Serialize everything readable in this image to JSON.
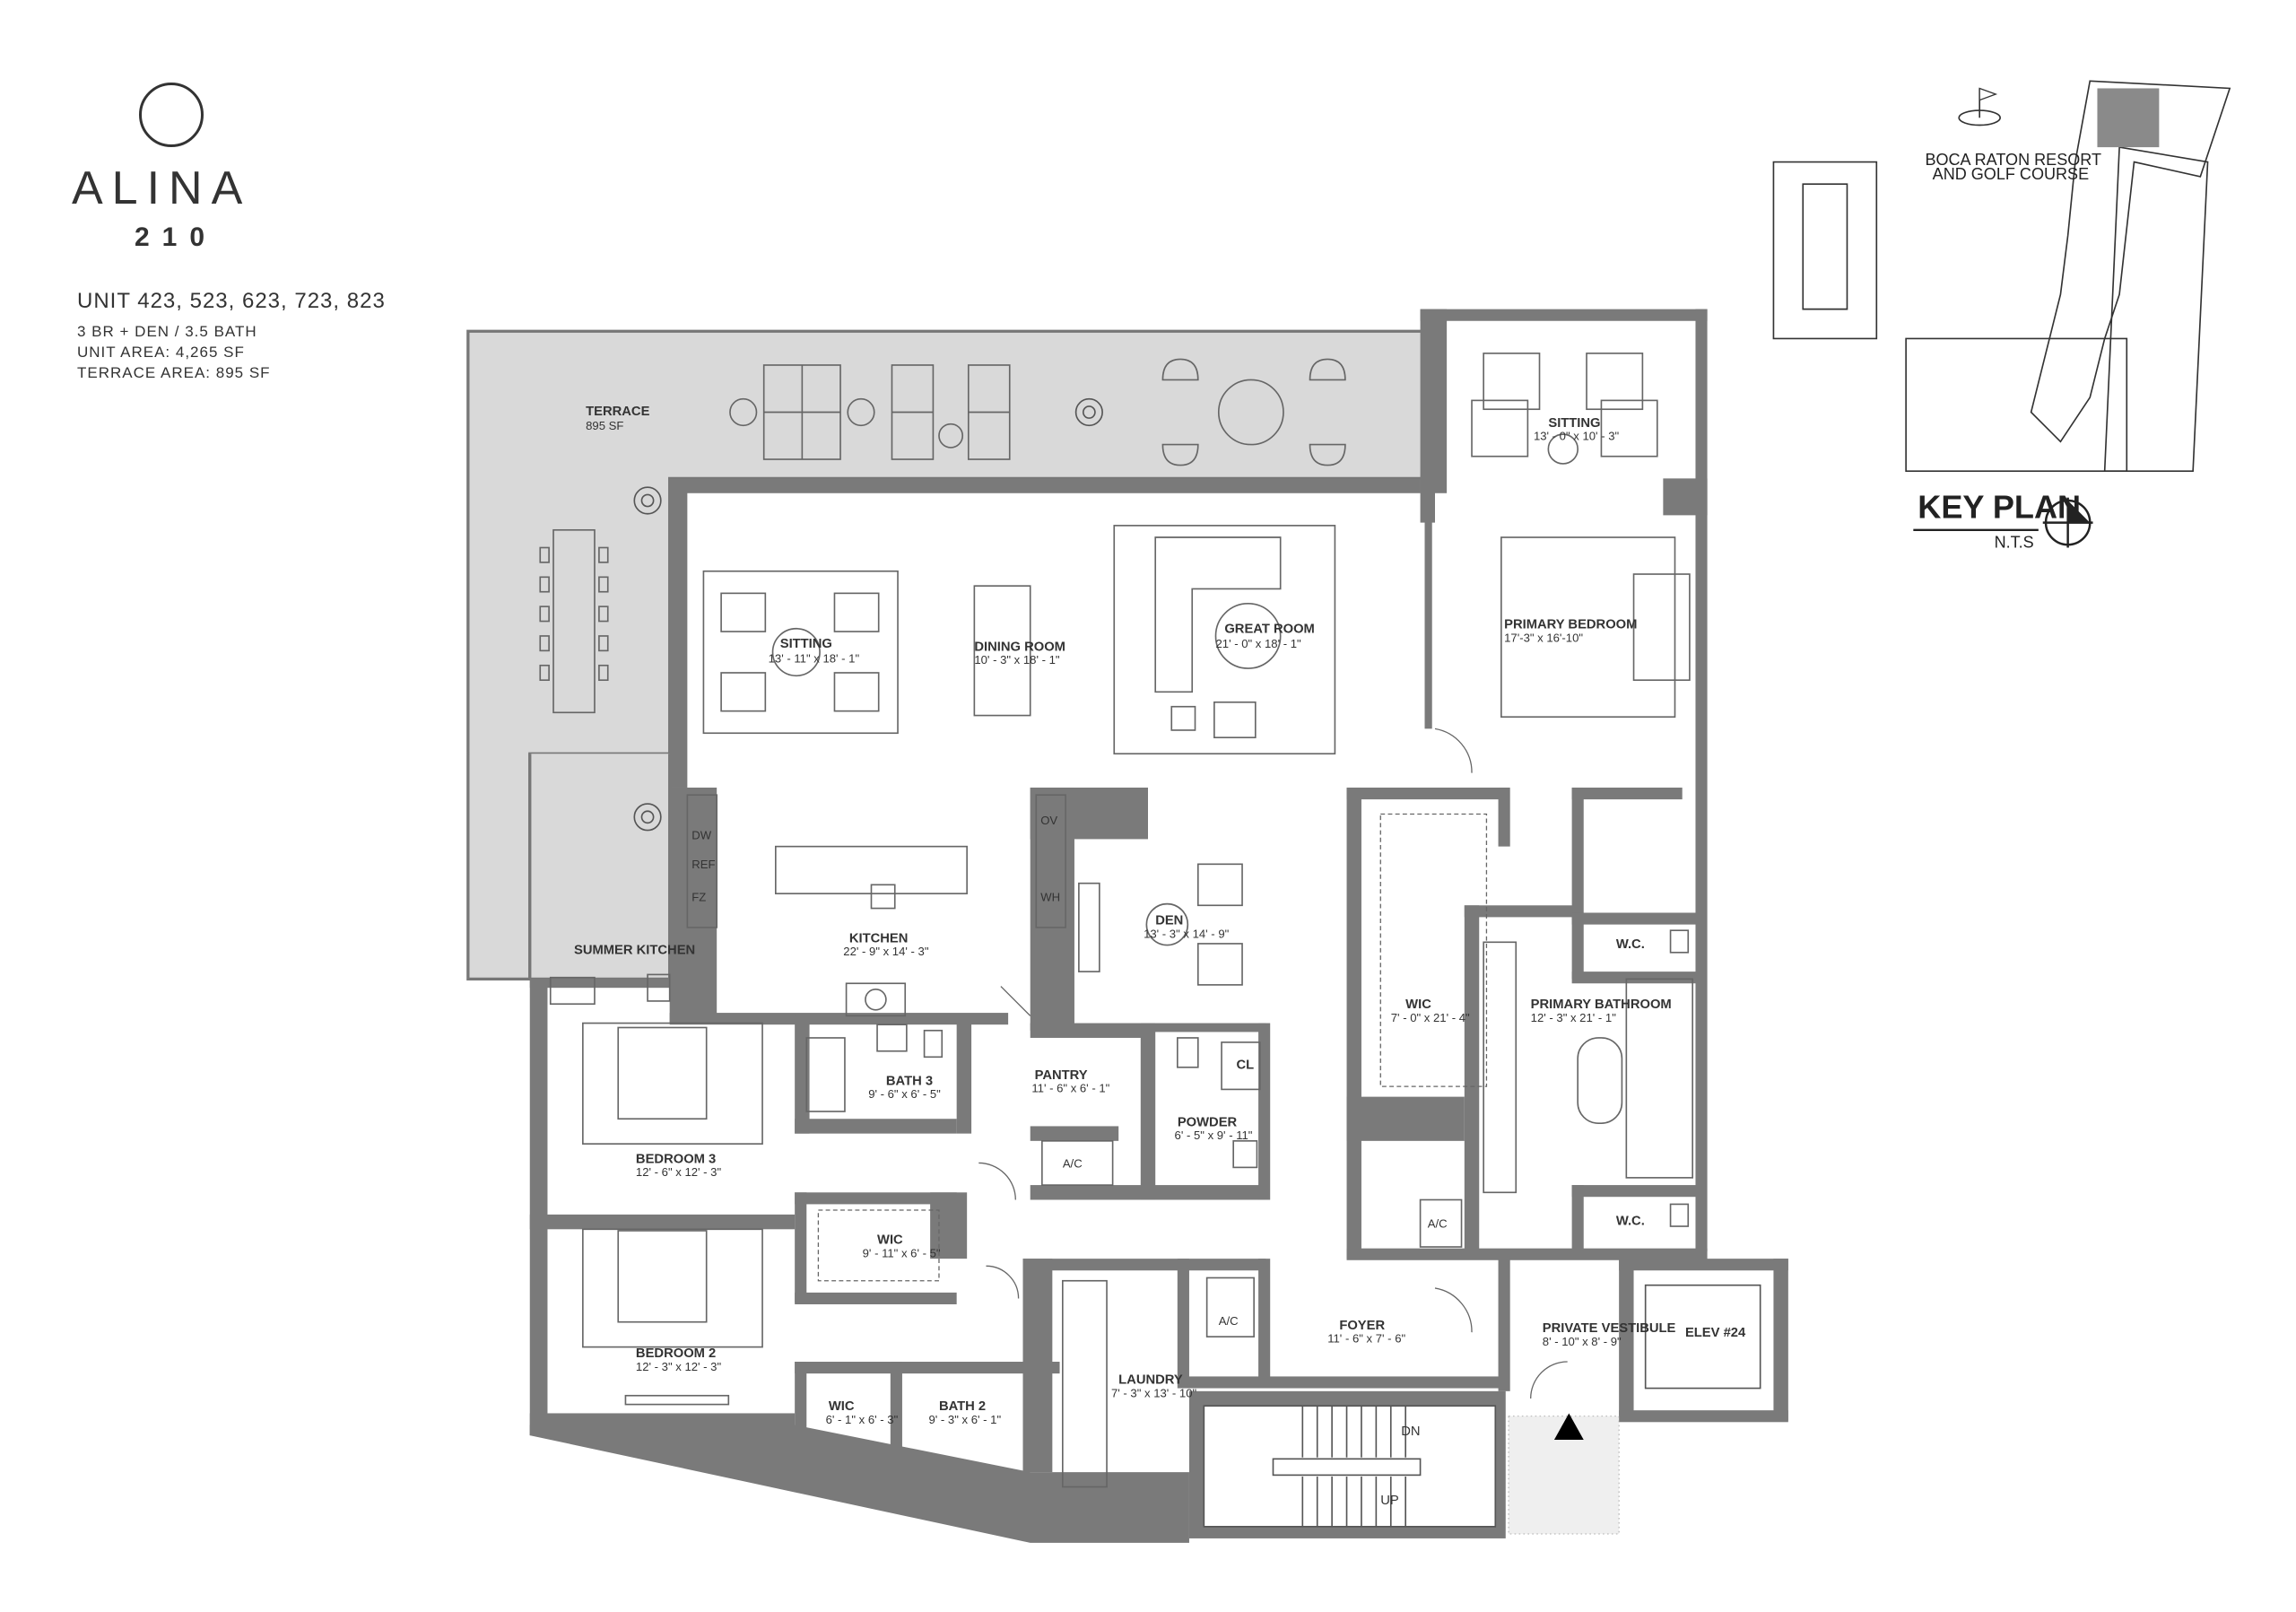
{
  "brand": {
    "name": "ALINA",
    "number": "210"
  },
  "unit": {
    "numbers": "UNIT 423, 523, 623, 723, 823",
    "config": "3 BR + DEN / 3.5 BATH",
    "area": "UNIT AREA:  4,265 SF",
    "terrace_area": "TERRACE AREA: 895 SF"
  },
  "colors": {
    "wall": "#7a7a7a",
    "terrace": "#d9d9d9",
    "highlight": "#8a8a8a",
    "line": "#555555"
  },
  "rooms": {
    "terrace": {
      "name": "TERRACE",
      "dim": "895 SF"
    },
    "summer_kitchen": {
      "name": "SUMMER KITCHEN"
    },
    "sitting_main": {
      "name": "SITTING",
      "dim": "13' - 11\" x 18' - 1\""
    },
    "dining_room": {
      "name": "DINING ROOM",
      "dim": "10' - 3\" x 18' - 1\""
    },
    "great_room": {
      "name": "GREAT ROOM",
      "dim": "21' - 0\" x 18' - 1\""
    },
    "sitting_primary": {
      "name": "SITTING",
      "dim": "13' - 0\" x 10' - 3\""
    },
    "primary_bedroom": {
      "name": "PRIMARY BEDROOM",
      "dim": "17'-3\" x 16'-10\""
    },
    "kitchen": {
      "name": "KITCHEN",
      "dim": "22' - 9\" x 14' - 3\""
    },
    "den": {
      "name": "DEN",
      "dim": "13' - 3\" x 14' - 9\""
    },
    "wic_primary": {
      "name": "WIC",
      "dim": "7' - 0\" x 21' - 4\""
    },
    "primary_bathroom": {
      "name": "PRIMARY BATHROOM",
      "dim": "12' - 3\" x 21' - 1\""
    },
    "wc_upper": {
      "name": "W.C."
    },
    "wc_lower": {
      "name": "W.C."
    },
    "bath3": {
      "name": "BATH 3",
      "dim": "9' - 6\" x 6' - 5\""
    },
    "pantry": {
      "name": "PANTRY",
      "dim": "11' - 6\" x 6' - 1\""
    },
    "powder": {
      "name": "POWDER",
      "dim": "6' - 5\" x 9' - 11\""
    },
    "cl": {
      "name": "CL"
    },
    "bedroom3": {
      "name": "BEDROOM 3",
      "dim": "12' - 6\" x 12' - 3\""
    },
    "wic_bed3": {
      "name": "WIC",
      "dim": "9' - 11\" x 6' - 5\""
    },
    "bedroom2": {
      "name": "BEDROOM 2",
      "dim": "12' - 3\" x 12' - 3\""
    },
    "wic_bed2": {
      "name": "WIC",
      "dim": "6' - 1\" x 6' - 3\""
    },
    "bath2": {
      "name": "BATH 2",
      "dim": "9' - 3\" x 6' - 1\""
    },
    "laundry": {
      "name": "LAUNDRY",
      "dim": "7' - 3\" x 13' - 10\""
    },
    "foyer": {
      "name": "FOYER",
      "dim": "11' - 6\" x 7' - 6\""
    },
    "private_vestibule": {
      "name": "PRIVATE VESTIBULE",
      "dim": "8' - 10\" x 8' - 9\""
    },
    "elevator": {
      "name": "ELEV #24"
    }
  },
  "appliances": {
    "ac": "A/C",
    "dw": "DW",
    "ref": "REF",
    "wh": "WH",
    "fz": "FZ",
    "ov": "OV"
  },
  "stair": {
    "dn": "DN",
    "up": "UP"
  },
  "key_plan": {
    "title": "KEY PLAN",
    "scale": "N.T.S",
    "resort_line1": "BOCA RATON RESORT",
    "resort_line2": "AND GOLF COURSE"
  }
}
